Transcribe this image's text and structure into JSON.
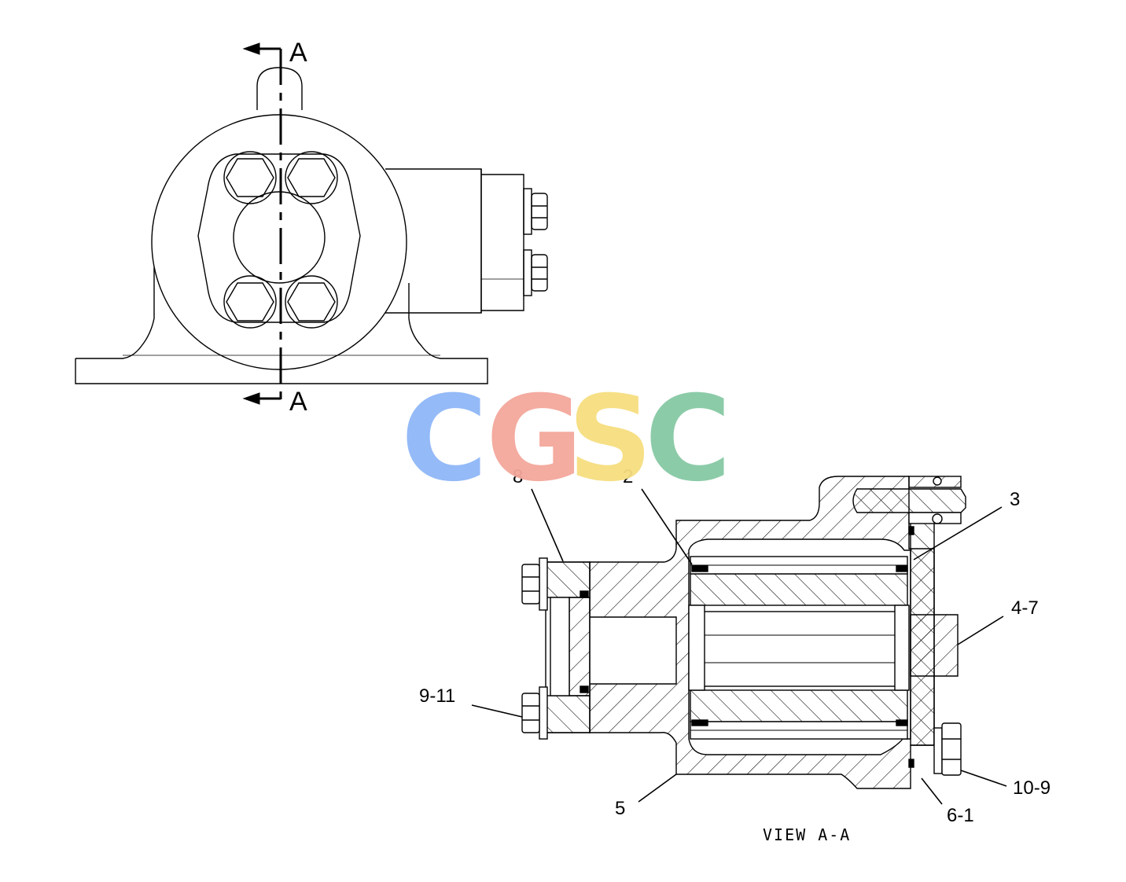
{
  "section_marks": [
    "A",
    "A"
  ],
  "view_title": "VIEW A-A",
  "callouts": [
    "8",
    "2",
    "3",
    "4-7",
    "9-11",
    "5",
    "10-9",
    "6-1"
  ],
  "watermark": {
    "letters": [
      "C",
      "G",
      "S",
      "C"
    ],
    "colors": [
      "#8fb7f7",
      "#f4a79b",
      "#f6de7f",
      "#86c9a4"
    ]
  },
  "colors": {
    "line": "#000000",
    "hatch": "#000000",
    "background": "#ffffff"
  }
}
